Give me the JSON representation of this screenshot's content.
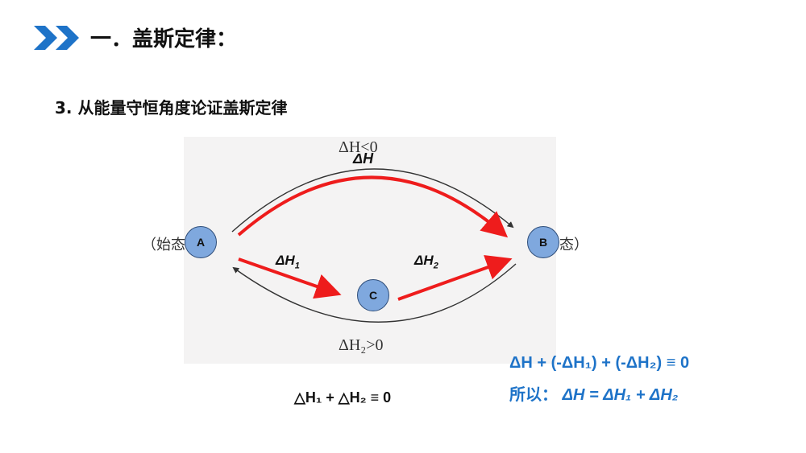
{
  "header": {
    "icon": "double-chevron-right-icon",
    "accent_color": "#1e73c8",
    "title": "一．盖斯定律："
  },
  "subtitle": "3. 从能量守恒角度论证盖斯定律",
  "diagram": {
    "nodes": {
      "a": "A",
      "b": "B",
      "c": "C"
    },
    "initial_state_text": "（始态",
    "final_state_text": "态）",
    "top_label": "ΔH<0",
    "bottom_label": "ΔH₂>0",
    "arrow_labels": {
      "direct": "ΔH",
      "step1": {
        "base": "ΔH",
        "sub": "1"
      },
      "step2": {
        "base": "ΔH",
        "sub": "2"
      }
    },
    "arrow_color": "#ee1c1c",
    "node_color": "#7fa8de"
  },
  "bottom_equation": "△H₁ + △H₂ ≡ 0",
  "equations": {
    "line1": "ΔH + (-ΔH₁) + (-ΔH₂) ≡ 0",
    "line2_prefix": "所以：",
    "line2": "ΔH = ΔH₁ + ΔH₂"
  }
}
